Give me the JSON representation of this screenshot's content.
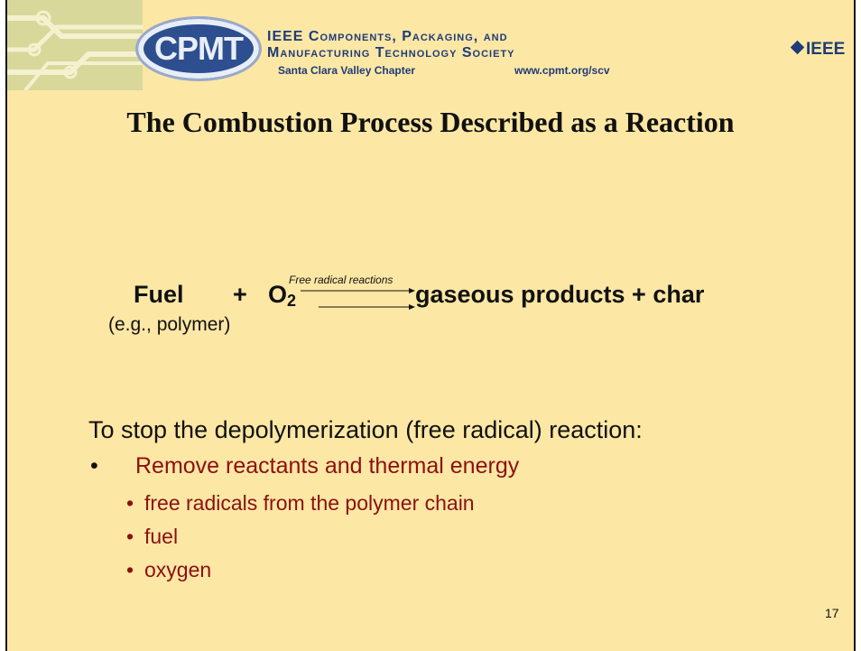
{
  "header": {
    "logo_text": "CPMT",
    "society_line1": "IEEE Components, Packaging, and",
    "society_line2": "Manufacturing Technology Society",
    "chapter": "Santa Clara Valley Chapter",
    "url": "www.cpmt.org/scv",
    "ieee_logo": "IEEE"
  },
  "title": "The Combustion Process Described as a Reaction",
  "equation": {
    "fuel": "Fuel",
    "plus": "+",
    "o2": "O",
    "o2_sub": "2",
    "arrow_label": "Free radical reactions",
    "products": "gaseous products + char",
    "fuel_example": "(e.g., polymer)"
  },
  "body": {
    "lead": "To stop the depolymerization (free radical) reaction:",
    "bullet": "Remove reactants and thermal energy",
    "sub_bullets": [
      "free radicals from the  polymer chain",
      "fuel",
      "oxygen"
    ]
  },
  "page_number": "17",
  "colors": {
    "background": "#fde7a5",
    "accent_text": "#8b1010",
    "brand_blue": "#1d3c78"
  }
}
